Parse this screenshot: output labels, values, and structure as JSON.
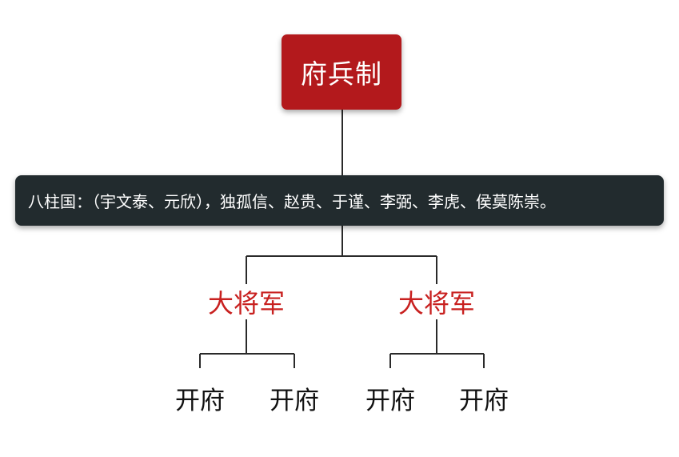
{
  "root": {
    "label": "府兵制"
  },
  "pillars": {
    "text": "八柱国：（宇文泰、元欣），独孤信、赵贵、于谨、李弼、李虎、侯莫陈崇。"
  },
  "generals": [
    {
      "label": "大将军"
    },
    {
      "label": "大将军"
    }
  ],
  "offices": [
    {
      "label": "开府"
    },
    {
      "label": "开府"
    },
    {
      "label": "开府"
    },
    {
      "label": "开府"
    }
  ],
  "colors": {
    "root_fill": "#b3191c",
    "bar_fill": "#222b2e",
    "general_text": "#c8201f",
    "line": "#2a2a2a"
  }
}
